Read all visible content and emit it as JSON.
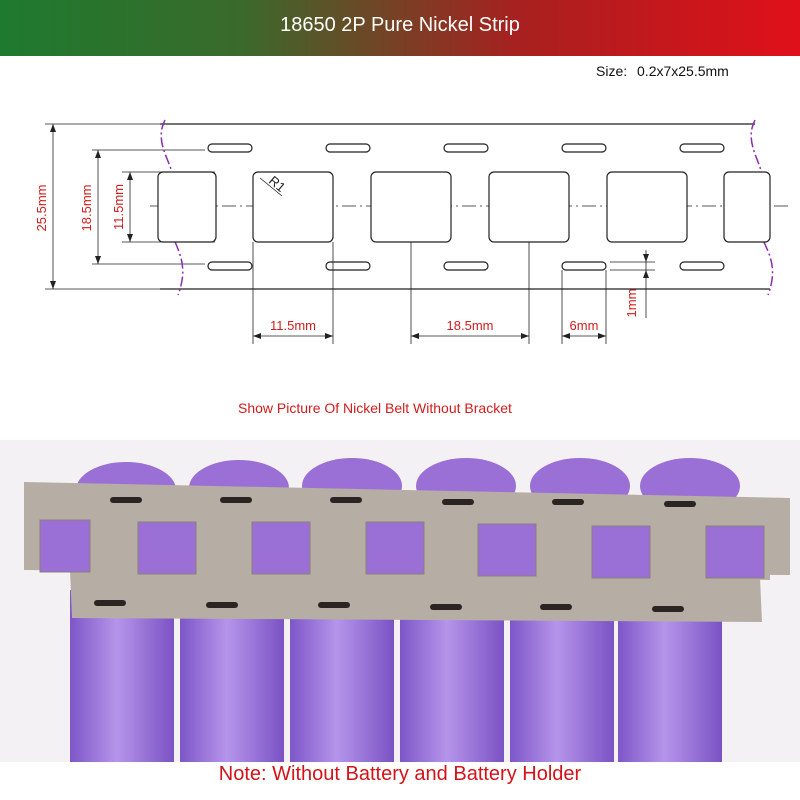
{
  "header": {
    "title": "18650 2P Pure Nickel Strip"
  },
  "spec": {
    "size_label": "Size:",
    "size_value": "0.2x7x25.5mm"
  },
  "dimensions": {
    "total_width": "25.5mm",
    "hole_pitch_height": "18.5mm",
    "window_height": "11.5mm",
    "radius": "R1",
    "window_width": "11.5mm",
    "pitch": "18.5mm",
    "slot_length": "6mm",
    "slot_width": "1mm"
  },
  "caption": "Show Picture Of Nickel Belt Without Bracket",
  "note": "Note: Without Battery and Battery Holder",
  "colors": {
    "dimension_red": "#d21c1c",
    "break_purple": "#8a2db0",
    "battery_purple": "#9a6fd6",
    "nickel": "#b6ada4"
  }
}
